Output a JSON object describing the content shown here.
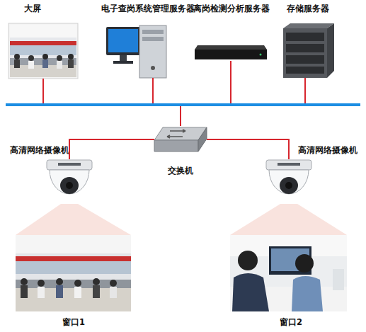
{
  "diagram": {
    "nodes": [
      {
        "text": [
          "大屏"
        ]
      },
      {
        "text": [
          "电子查岗系统管理服务器"
        ]
      },
      {
        "text": [
          "离岗检测分析服务器"
        ]
      },
      {
        "text": [
          "存储服务器"
        ]
      },
      {
        "text": [
          "交换机"
        ]
      },
      {
        "text": [
          "高清网络摄像机"
        ]
      },
      {
        "text": [
          "高清网络摄像机"
        ]
      },
      {
        "text": [
          "窗口1"
        ]
      },
      {
        "text": [
          "窗口2"
        ]
      }
    ],
    "edges": [
      {
        "from": 0,
        "to": 4,
        "arrow": "none"
      },
      {
        "from": 1,
        "to": 4,
        "arrow": "none"
      },
      {
        "from": 2,
        "to": 4,
        "arrow": "none"
      },
      {
        "from": 3,
        "to": 4,
        "arrow": "none"
      },
      {
        "from": 4,
        "to": 5,
        "arrow": "none"
      },
      {
        "from": 4,
        "to": 6,
        "arrow": "none"
      }
    ]
  }
}
